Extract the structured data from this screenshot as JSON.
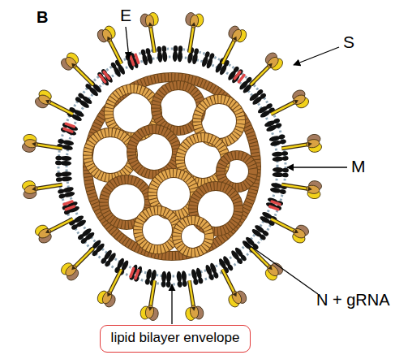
{
  "diagram": {
    "nodes": [
      {
        "text": [
          "lipid bilayer envelope"
        ]
      }
    ],
    "labels": [
      "B",
      "E",
      "S",
      "M",
      "N + gRNA"
    ]
  }
}
